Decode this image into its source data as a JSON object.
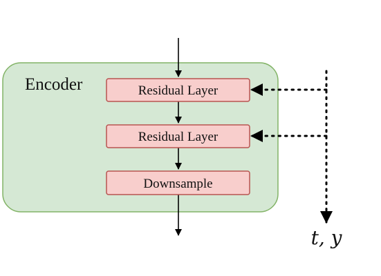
{
  "encoder": {
    "title": "Encoder",
    "fill_color": "#d5e8d4",
    "stroke_color": "#82b366"
  },
  "blocks": [
    {
      "label": "Residual Layer"
    },
    {
      "label": "Residual Layer"
    },
    {
      "label": "Downsample"
    }
  ],
  "block_style": {
    "fill_color": "#f8cecc",
    "stroke_color": "#b85450"
  },
  "condition": {
    "label": "t, y"
  },
  "arrow_color": "#000000"
}
